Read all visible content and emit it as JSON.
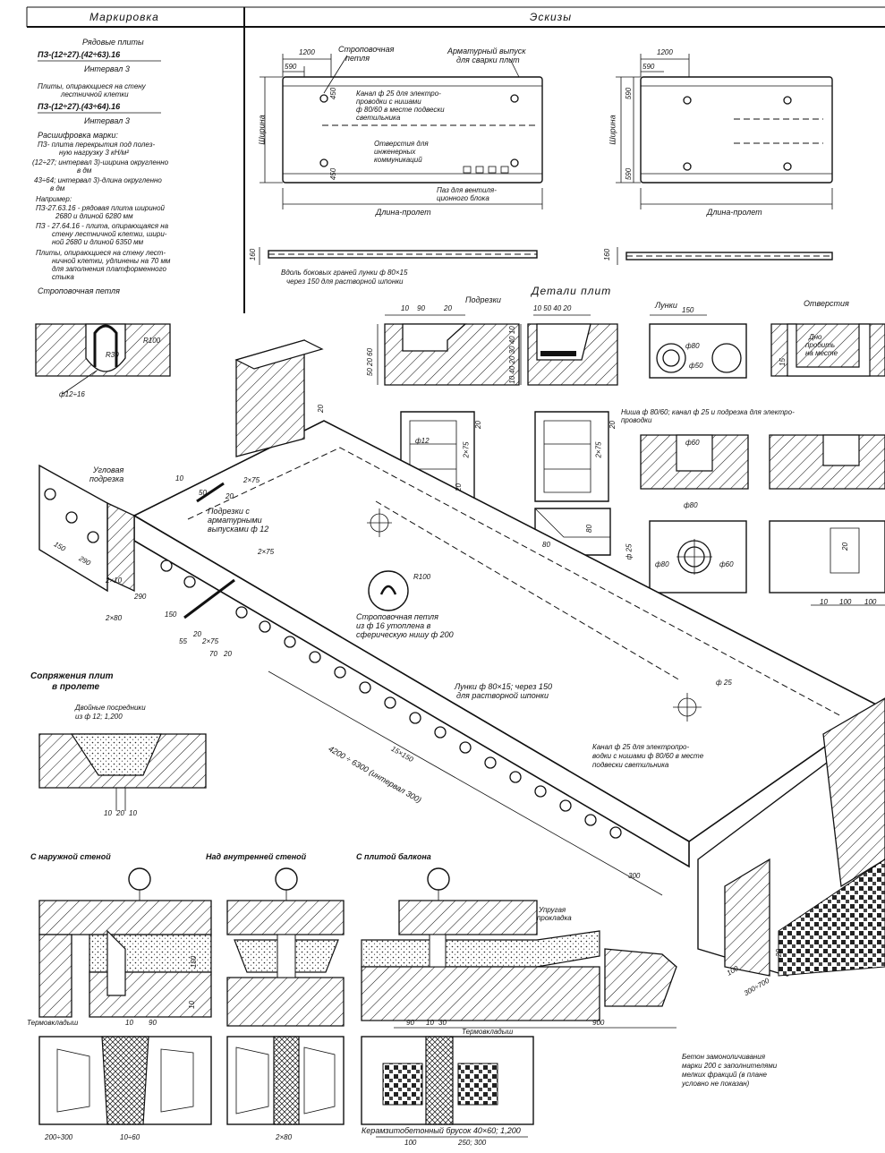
{
  "header": {
    "col_marking": "Маркировка",
    "col_sketches": "Эскизы"
  },
  "marking": {
    "row_plates_title": "Рядовые плиты",
    "row_plates_formula": "ПЗ-(12÷27).(42÷63).16",
    "interval1": "Интервал 3",
    "stair_plates_title_1": "Плиты, опирающиеся на стену",
    "stair_plates_title_2": "лестничной клетки",
    "stair_plates_formula": "ПЗ-(12÷27).(43÷64).16",
    "interval2": "Интервал 3",
    "decode_title": "Расшифровка марки:",
    "decode_1a": "ПЗ- плита перекрытия под полез-",
    "decode_1b": "ную нагрузку 3 кН/м²",
    "decode_2a": "(12÷27; интервал 3)-ширина округленно",
    "decode_2b": "в дм",
    "decode_3a": "43÷64; интервал 3)-длина округленно",
    "decode_3b": "в дм",
    "example_title": "Например:",
    "example_1a": "ПЗ-27.63.16 - рядовая плита шириной",
    "example_1b": "2680 и длиной 6280 мм",
    "example_2a": "ПЗ - 27.64.16 - плита, опирающаяся на",
    "example_2b": "стену лестничной клетки, шири-",
    "example_2c": "ной 2680 и длиной 6350 мм",
    "note_1": "Плиты, опирающиеся на стену лест-",
    "note_2": "ничной клетки, удлинены на 70 мм",
    "note_3": "для заполнения платформенного",
    "note_4": "стыка",
    "loop_title": "Строповочная петля",
    "loop_rebar": "ф12÷16",
    "loop_r": "R100",
    "loop_r2": "R30"
  },
  "sketch1": {
    "dim_1200": "1200",
    "dim_590": "590",
    "loop_label_1": "Строповочная",
    "loop_label_2": "петля",
    "rebar_label_1": "Арматурный выпуск",
    "rebar_label_2": "для сварки плит",
    "channel_1": "Канал ф 25 для электро-",
    "channel_2": "проводки с нишами",
    "channel_3": "ф 80/60 в месте подвески",
    "channel_4": "светильника",
    "holes_1": "Отверстия для",
    "holes_2": "инженерных",
    "holes_3": "коммуникаций",
    "groove_1": "Паз для вентиля-",
    "groove_2": "ционного блока",
    "width_label": "Ширина",
    "length_label": "Длина-пролет",
    "dim_450": "450",
    "dim_450b": "450"
  },
  "sketch2": {
    "dim_1200": "1200",
    "dim_590": "590",
    "dim_590v": "590",
    "dim_590v2": "590",
    "width_label": "Ширина",
    "length_label": "Длина-пролет"
  },
  "edge": {
    "dim_160": "160",
    "dim_160b": "160",
    "note_1": "Вдоль боковых граней лунки ф 80×15",
    "note_2": "через 150 для растворной шпонки"
  },
  "details": {
    "title": "Детали плит",
    "cuts_title": "Подрезки",
    "lunki_title": "Лунки",
    "holes_title": "Отверстия",
    "d10": "10",
    "d90": "90",
    "d20": "20",
    "d1050": "10 50 40 20",
    "d150": "150",
    "d60": "60",
    "d50": "50",
    "d20b": "20",
    "d40": "40",
    "d10b": "10",
    "v_dims": "50 20 60",
    "v_dims2": "10 40 20 30 40 10",
    "phi80": "ф80",
    "phi50": "ф50",
    "dno_1": "Дно",
    "dno_2": "пробить",
    "dno_3": "на месте",
    "d15": "15",
    "d20c": "20",
    "d75": "2×75",
    "d75b": "2×75",
    "d20d": "20",
    "d20e": "20",
    "phi12": "ф12",
    "d80": "80",
    "d80b": "80",
    "niche_1": "Ниша ф 80/60; канал ф 25 и подрезка для электро-",
    "niche_2": "проводки",
    "phi60": "ф60",
    "phi80b": "ф80",
    "phi25": "ф 25",
    "phi80c": "ф80",
    "phi60b": "ф60",
    "d10c": "10",
    "d100": "100",
    "d100b": "100",
    "d20f": "20"
  },
  "iso": {
    "corner_cut_1": "Угловая",
    "corner_cut_2": "подрезка",
    "d150": "150",
    "d290": "290",
    "d2x10": "2×10",
    "d2x80": "2×80",
    "d20": "20",
    "d10": "10",
    "d50": "50",
    "d20b": "20",
    "d2x75": "2×75",
    "cuts_1": "Подрезки с",
    "cuts_2": "арматурными",
    "cuts_3": "выпусками ф 12",
    "d2x75b": "2×75",
    "d290b": "290",
    "d150b": "150",
    "d55": "55",
    "d20c": "20",
    "d2x75c": "2×75",
    "d70": "70",
    "d20d": "20",
    "r100": "R100",
    "loop_1": "Строповочная петля",
    "loop_2": "из ф 16 утоплена в",
    "loop_3": "сферическую нишу ф 200",
    "lunki_1": "Лунки ф 80×15; через 150",
    "lunki_2": "для растворной шпонки",
    "phi25": "ф 25",
    "channel_1": "Канал ф 25 для электропро-",
    "channel_2": "водки с нишами ф 80/60 в месте",
    "channel_3": "подвески светильника",
    "d15x150": "15×150",
    "span": "4200 ÷ 6300 (интервал 300)",
    "d300": "300",
    "d100": "100",
    "d300b": "300÷700",
    "d20e": "20"
  },
  "joint": {
    "title_1": "Сопряжения плит",
    "title_2": "в пролете",
    "note_1": "Двойные посредники",
    "note_2": "из ф 12; 1,200",
    "d10": "10",
    "d20": "20",
    "d10b": "10"
  },
  "bottom": {
    "outer_wall": "С наружной стеной",
    "inner_wall": "Над внутренней стеной",
    "balcony": "С плитой балкона",
    "elastic_1": "Упругая",
    "elastic_2": "прокладка",
    "thermo1": "Термовкладыш",
    "thermo2": "Термовкладыш",
    "d10": "10",
    "d90": "90",
    "d90b": "90",
    "d10b": "10",
    "d30": "30",
    "d900": "900",
    "d150": "150",
    "d10c": "10",
    "d200_300": "200÷300",
    "d10_60": "10÷60",
    "d2_80": "2×80",
    "d100": "100",
    "d250_300": "250; 300",
    "keram": "Керамзитобетонный брусок 40×60; 1,200",
    "beton_1": "Бетон замоноличивания",
    "beton_2": "марки 200 с заполнителями",
    "beton_3": "мелких фракций (в плане",
    "beton_4": "условно не показан)"
  }
}
